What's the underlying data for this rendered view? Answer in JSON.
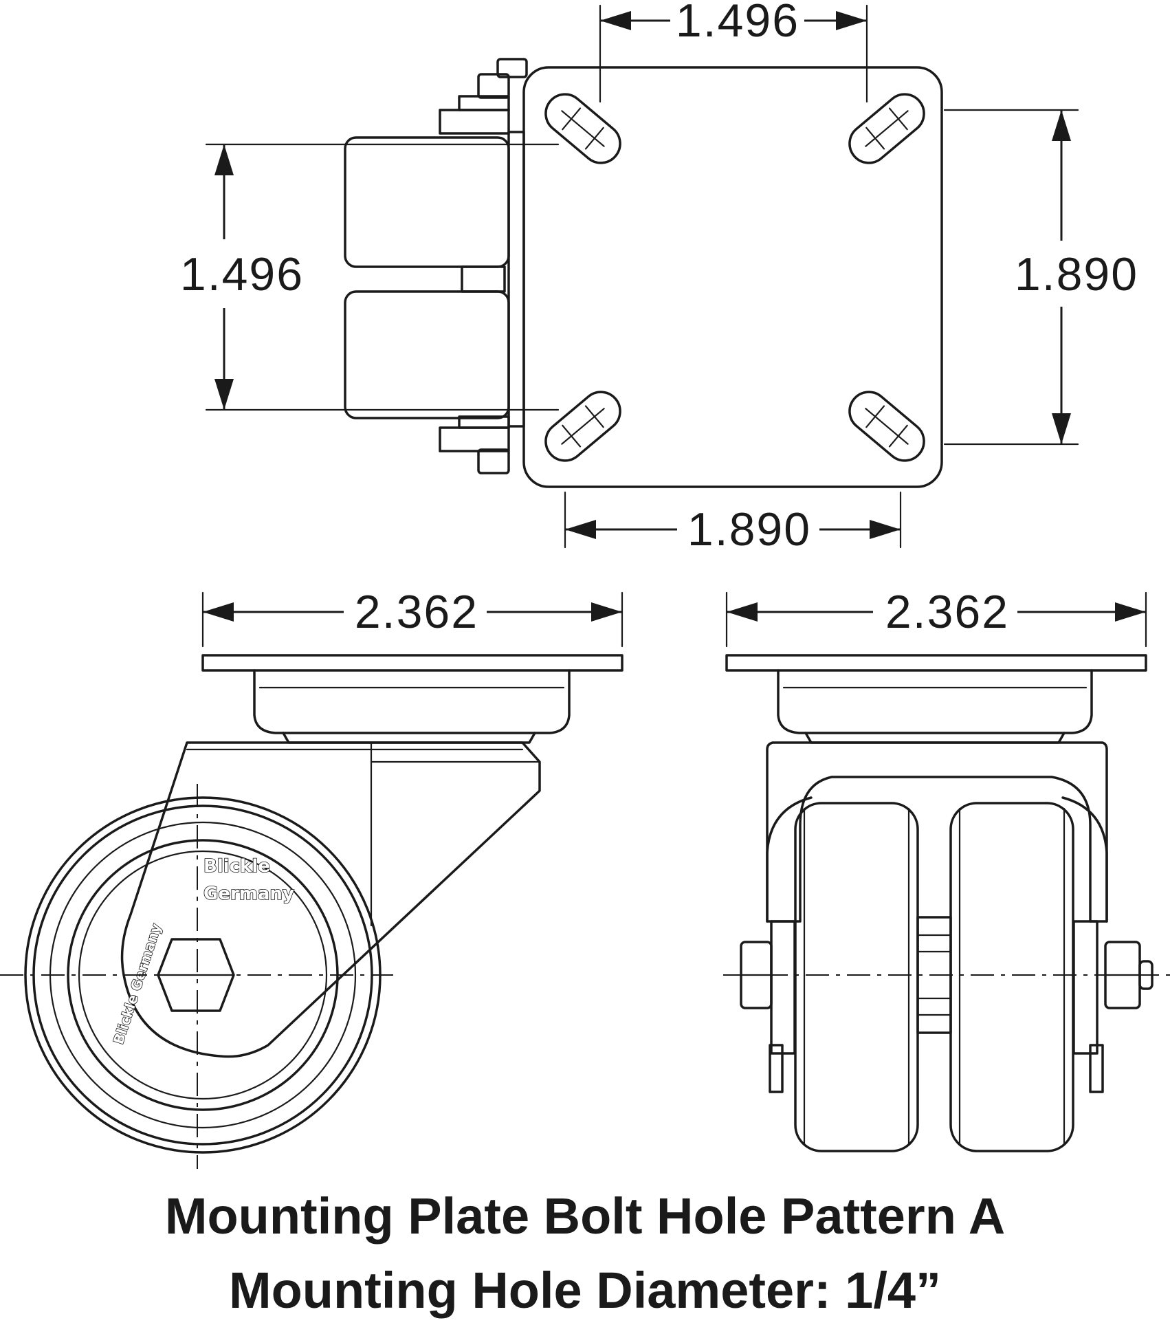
{
  "dimensions": {
    "top_hole_spacing": "1.496",
    "left_hole_spacing": "1.496",
    "right_plate_height": "1.890",
    "bottom_plate_width": "1.890",
    "side_plate_width": "2.362",
    "front_plate_width": "2.362"
  },
  "branding": {
    "line1": "Blickle",
    "line2": "Germany",
    "wheel_text": "Blickle Germany"
  },
  "caption": {
    "line1": "Mounting Plate Bolt Hole Pattern A",
    "line2": "Mounting Hole Diameter: 1/4”"
  }
}
